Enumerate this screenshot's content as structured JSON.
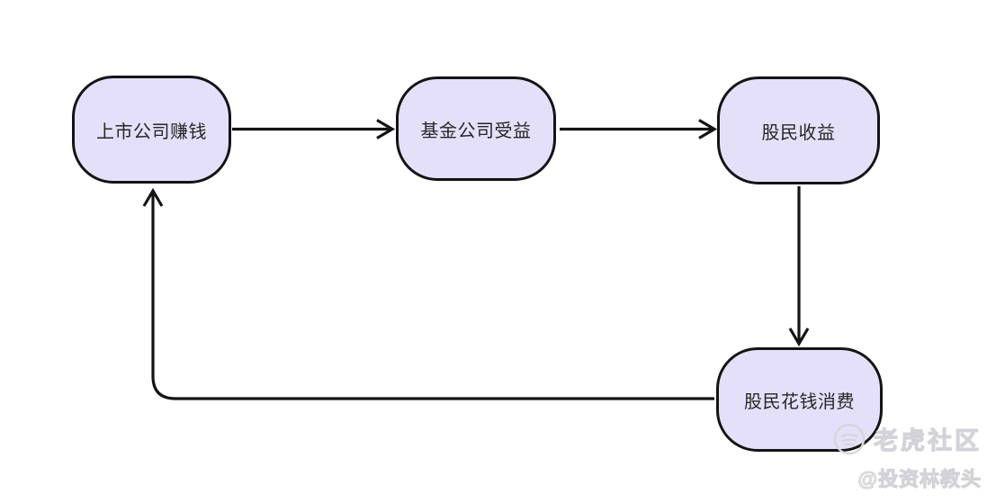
{
  "diagram": {
    "type": "flowchart-cycle",
    "nodes": [
      {
        "id": "listed-company-earns",
        "label": "上市公司赚钱"
      },
      {
        "id": "fund-company-benefits",
        "label": "基金公司受益"
      },
      {
        "id": "shareholder-returns",
        "label": "股民收益"
      },
      {
        "id": "shareholder-spends",
        "label": "股民花钱消费"
      }
    ],
    "edges": [
      {
        "from": "上市公司赚钱",
        "to": "基金公司受益"
      },
      {
        "from": "基金公司受益",
        "to": "股民收益"
      },
      {
        "from": "股民收益",
        "to": "股民花钱消费"
      },
      {
        "from": "股民花钱消费",
        "to": "上市公司赚钱"
      }
    ]
  },
  "watermark": {
    "brand": "老虎社区",
    "author": "@投资林教头",
    "logo_icon": "tiger-circle-icon"
  },
  "colors": {
    "background": "#ffffff",
    "node_fill": "#e5e0fa",
    "node_border": "#141414",
    "arrow": "#141414",
    "watermark": "#d2d2d8"
  }
}
